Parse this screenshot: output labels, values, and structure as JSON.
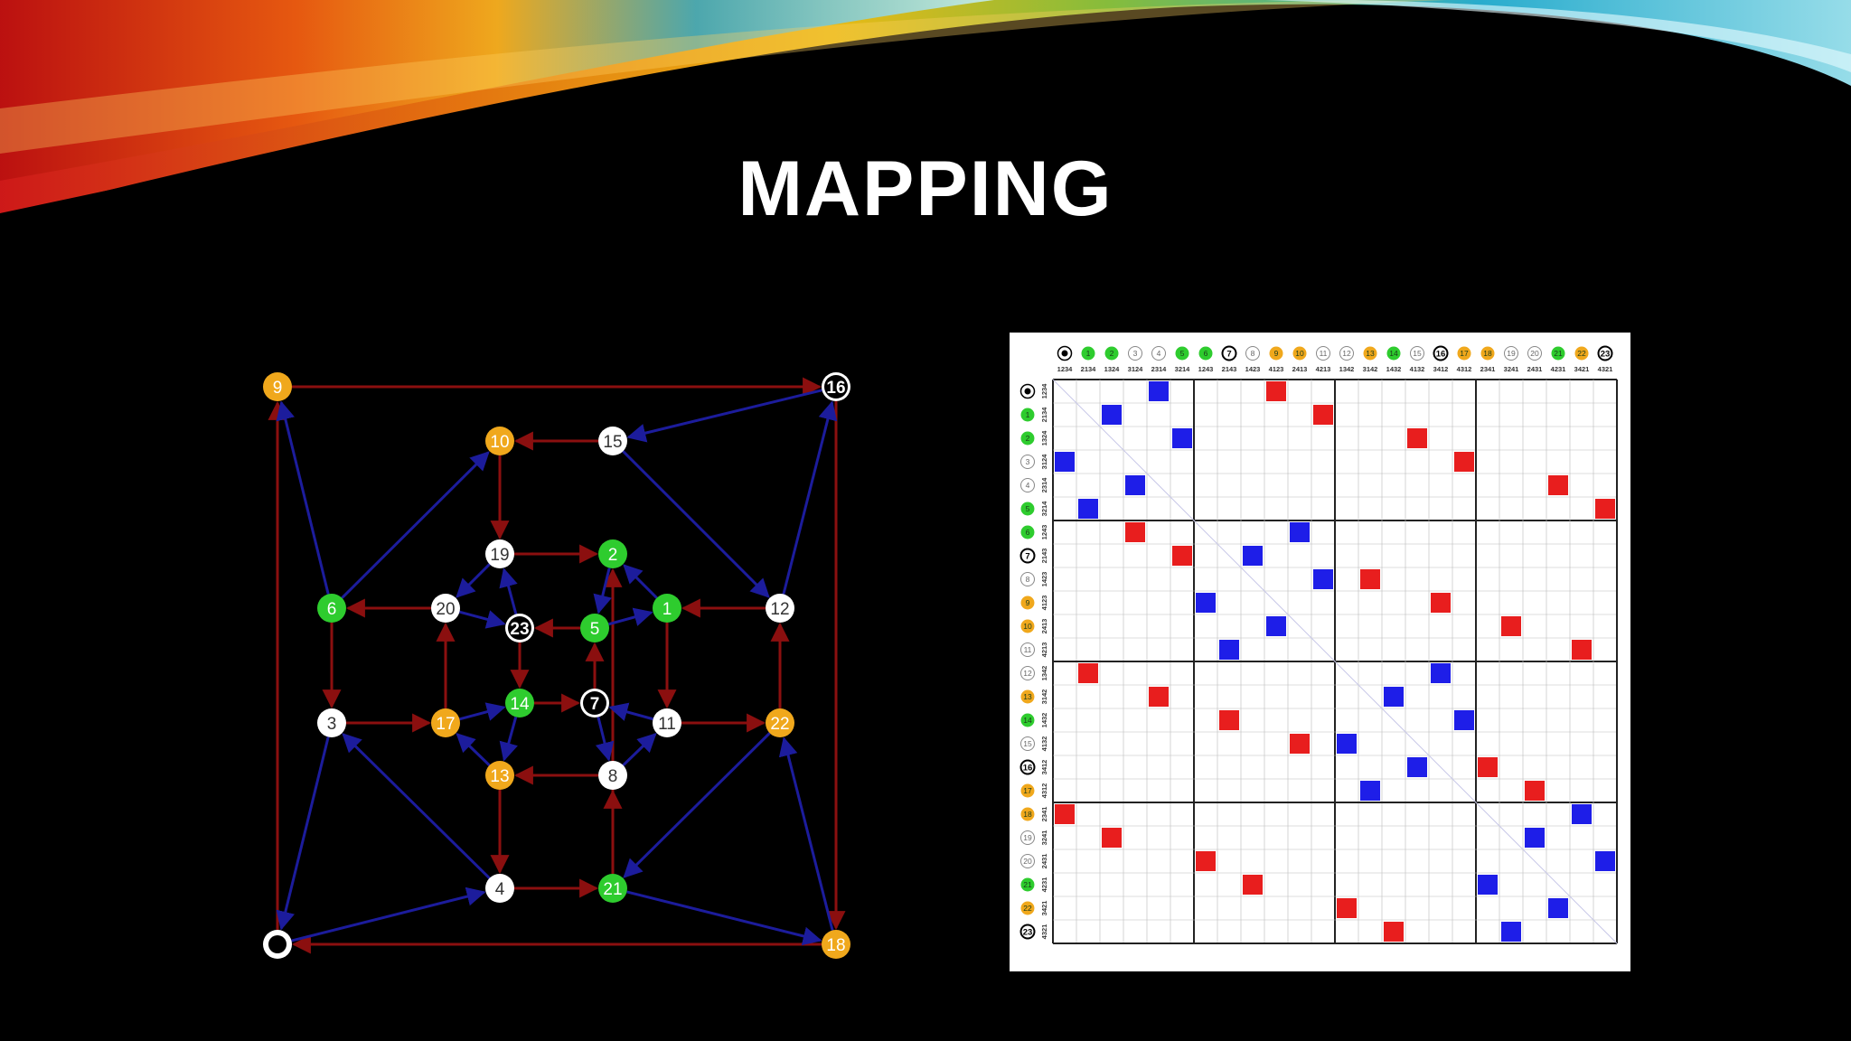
{
  "slide": {
    "title": "MAPPING"
  },
  "colors": {
    "background": "#000000",
    "orange": "#f0a81c",
    "green": "#2ecc2e",
    "white_node": "#ffffff",
    "red_arrow": "#8b0f0f",
    "blue_arrow": "#1c1c9c",
    "red_cell": "#e81e1e",
    "blue_cell": "#1e1ee8"
  },
  "graph": {
    "nodes": [
      {
        "id": "0",
        "label": "",
        "style": "black-ring"
      },
      {
        "id": "1",
        "label": "1",
        "style": "green"
      },
      {
        "id": "2",
        "label": "2",
        "style": "green"
      },
      {
        "id": "3",
        "label": "3",
        "style": "white"
      },
      {
        "id": "4",
        "label": "4",
        "style": "white"
      },
      {
        "id": "5",
        "label": "5",
        "style": "green"
      },
      {
        "id": "6",
        "label": "6",
        "style": "green"
      },
      {
        "id": "7",
        "label": "7",
        "style": "black"
      },
      {
        "id": "8",
        "label": "8",
        "style": "white"
      },
      {
        "id": "9",
        "label": "9",
        "style": "orange"
      },
      {
        "id": "10",
        "label": "10",
        "style": "orange"
      },
      {
        "id": "11",
        "label": "11",
        "style": "white"
      },
      {
        "id": "12",
        "label": "12",
        "style": "white"
      },
      {
        "id": "13",
        "label": "13",
        "style": "orange"
      },
      {
        "id": "14",
        "label": "14",
        "style": "green"
      },
      {
        "id": "15",
        "label": "15",
        "style": "white"
      },
      {
        "id": "16",
        "label": "16",
        "style": "black"
      },
      {
        "id": "17",
        "label": "17",
        "style": "orange"
      },
      {
        "id": "18",
        "label": "18",
        "style": "orange"
      },
      {
        "id": "19",
        "label": "19",
        "style": "white"
      },
      {
        "id": "20",
        "label": "20",
        "style": "white"
      },
      {
        "id": "21",
        "label": "21",
        "style": "green"
      },
      {
        "id": "22",
        "label": "22",
        "style": "orange"
      },
      {
        "id": "23",
        "label": "23",
        "style": "black"
      }
    ],
    "edges": [
      {
        "from": "9",
        "to": "16",
        "color": "red"
      },
      {
        "from": "0",
        "to": "9",
        "color": "red"
      },
      {
        "from": "16",
        "to": "18",
        "color": "red"
      },
      {
        "from": "18",
        "to": "0",
        "color": "red"
      },
      {
        "from": "15",
        "to": "10",
        "color": "red"
      },
      {
        "from": "10",
        "to": "19",
        "color": "red"
      },
      {
        "from": "19",
        "to": "2",
        "color": "red"
      },
      {
        "from": "21",
        "to": "2",
        "color": "red"
      },
      {
        "from": "20",
        "to": "6",
        "color": "red"
      },
      {
        "from": "6",
        "to": "3",
        "color": "red"
      },
      {
        "from": "3",
        "to": "17",
        "color": "red"
      },
      {
        "from": "17",
        "to": "20",
        "color": "red"
      },
      {
        "from": "12",
        "to": "1",
        "color": "red"
      },
      {
        "from": "1",
        "to": "11",
        "color": "red"
      },
      {
        "from": "11",
        "to": "22",
        "color": "red"
      },
      {
        "from": "22",
        "to": "12",
        "color": "red"
      },
      {
        "from": "5",
        "to": "23",
        "color": "red"
      },
      {
        "from": "23",
        "to": "14",
        "color": "red"
      },
      {
        "from": "14",
        "to": "7",
        "color": "red"
      },
      {
        "from": "7",
        "to": "5",
        "color": "red"
      },
      {
        "from": "8",
        "to": "13",
        "color": "red"
      },
      {
        "from": "13",
        "to": "4",
        "color": "red"
      },
      {
        "from": "4",
        "to": "21",
        "color": "red"
      },
      {
        "from": "21",
        "to": "8",
        "color": "red"
      },
      {
        "from": "6",
        "to": "9",
        "color": "blue"
      },
      {
        "from": "6",
        "to": "10",
        "color": "blue"
      },
      {
        "from": "16",
        "to": "15",
        "color": "blue"
      },
      {
        "from": "12",
        "to": "16",
        "color": "blue"
      },
      {
        "from": "15",
        "to": "12",
        "color": "blue"
      },
      {
        "from": "3",
        "to": "0",
        "color": "blue"
      },
      {
        "from": "0",
        "to": "4",
        "color": "blue"
      },
      {
        "from": "4",
        "to": "3",
        "color": "blue"
      },
      {
        "from": "21",
        "to": "18",
        "color": "blue"
      },
      {
        "from": "18",
        "to": "22",
        "color": "blue"
      },
      {
        "from": "22",
        "to": "21",
        "color": "blue"
      },
      {
        "from": "19",
        "to": "20",
        "color": "blue"
      },
      {
        "from": "20",
        "to": "23",
        "color": "blue"
      },
      {
        "from": "23",
        "to": "19",
        "color": "blue"
      },
      {
        "from": "2",
        "to": "5",
        "color": "blue"
      },
      {
        "from": "5",
        "to": "1",
        "color": "blue"
      },
      {
        "from": "1",
        "to": "2",
        "color": "blue"
      },
      {
        "from": "17",
        "to": "14",
        "color": "blue"
      },
      {
        "from": "14",
        "to": "13",
        "color": "blue"
      },
      {
        "from": "13",
        "to": "17",
        "color": "blue"
      },
      {
        "from": "7",
        "to": "8",
        "color": "blue"
      },
      {
        "from": "8",
        "to": "11",
        "color": "blue"
      },
      {
        "from": "11",
        "to": "7",
        "color": "blue"
      }
    ]
  },
  "matrix": {
    "headers": [
      {
        "num": "0",
        "perm": "1234",
        "style": "black-ring"
      },
      {
        "num": "1",
        "perm": "2134",
        "style": "green"
      },
      {
        "num": "2",
        "perm": "1324",
        "style": "green"
      },
      {
        "num": "3",
        "perm": "3124",
        "style": "white"
      },
      {
        "num": "4",
        "perm": "2314",
        "style": "white"
      },
      {
        "num": "5",
        "perm": "3214",
        "style": "green"
      },
      {
        "num": "6",
        "perm": "1243",
        "style": "green"
      },
      {
        "num": "7",
        "perm": "2143",
        "style": "black"
      },
      {
        "num": "8",
        "perm": "1423",
        "style": "white"
      },
      {
        "num": "9",
        "perm": "4123",
        "style": "orange"
      },
      {
        "num": "10",
        "perm": "2413",
        "style": "orange"
      },
      {
        "num": "11",
        "perm": "4213",
        "style": "white"
      },
      {
        "num": "12",
        "perm": "1342",
        "style": "white"
      },
      {
        "num": "13",
        "perm": "3142",
        "style": "orange"
      },
      {
        "num": "14",
        "perm": "1432",
        "style": "green"
      },
      {
        "num": "15",
        "perm": "4132",
        "style": "white"
      },
      {
        "num": "16",
        "perm": "3412",
        "style": "black"
      },
      {
        "num": "17",
        "perm": "4312",
        "style": "orange"
      },
      {
        "num": "18",
        "perm": "2341",
        "style": "orange"
      },
      {
        "num": "19",
        "perm": "3241",
        "style": "white"
      },
      {
        "num": "20",
        "perm": "2431",
        "style": "white"
      },
      {
        "num": "21",
        "perm": "4231",
        "style": "green"
      },
      {
        "num": "22",
        "perm": "3421",
        "style": "orange"
      },
      {
        "num": "23",
        "perm": "4321",
        "style": "black"
      }
    ],
    "red_cells": [
      [
        0,
        9
      ],
      [
        1,
        11
      ],
      [
        2,
        15
      ],
      [
        3,
        17
      ],
      [
        4,
        21
      ],
      [
        5,
        23
      ],
      [
        6,
        3
      ],
      [
        7,
        5
      ],
      [
        8,
        13
      ],
      [
        9,
        16
      ],
      [
        10,
        19
      ],
      [
        11,
        22
      ],
      [
        12,
        1
      ],
      [
        13,
        4
      ],
      [
        14,
        7
      ],
      [
        15,
        10
      ],
      [
        16,
        18
      ],
      [
        17,
        20
      ],
      [
        18,
        0
      ],
      [
        19,
        2
      ],
      [
        20,
        6
      ],
      [
        21,
        8
      ],
      [
        22,
        12
      ],
      [
        23,
        14
      ]
    ],
    "blue_cells": [
      [
        0,
        4
      ],
      [
        1,
        2
      ],
      [
        2,
        5
      ],
      [
        3,
        0
      ],
      [
        4,
        3
      ],
      [
        5,
        1
      ],
      [
        6,
        10
      ],
      [
        7,
        8
      ],
      [
        8,
        11
      ],
      [
        9,
        6
      ],
      [
        10,
        9
      ],
      [
        11,
        7
      ],
      [
        12,
        16
      ],
      [
        13,
        14
      ],
      [
        14,
        17
      ],
      [
        15,
        12
      ],
      [
        16,
        15
      ],
      [
        17,
        13
      ],
      [
        18,
        22
      ],
      [
        19,
        20
      ],
      [
        20,
        23
      ],
      [
        21,
        18
      ],
      [
        22,
        21
      ],
      [
        23,
        19
      ]
    ]
  }
}
